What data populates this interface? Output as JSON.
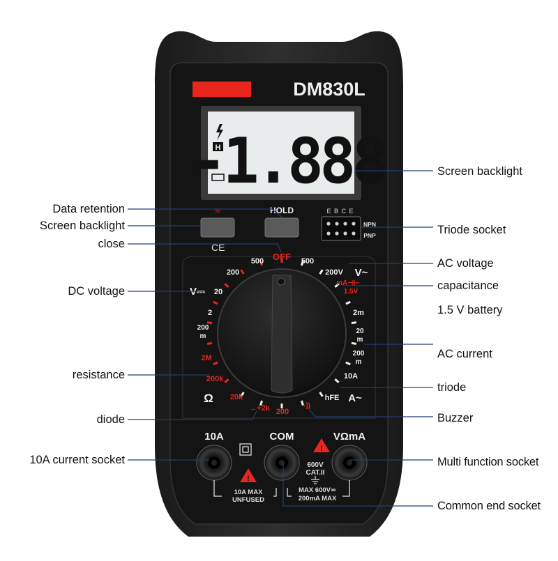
{
  "meter": {
    "model": "DM830L",
    "display_digits": "-1.888",
    "display_flag_h": "H",
    "hold_label": "HOLD",
    "socket_pins": "E B C E",
    "npn": "NPN",
    "pnp": "PNP",
    "ce_mark": "CE",
    "dial": {
      "off": "OFF",
      "v_dc_symbol": "V⎓",
      "v_ac_symbol": "V~",
      "a_ac_symbol": "A~",
      "ohm_symbol": "Ω",
      "ranges": {
        "v500_left": "500",
        "v500_right": "500",
        "v200_left": "200",
        "v200_right": "200V",
        "v20": "20",
        "v2": "2",
        "v200m_a": "200",
        "v200m_b": "m",
        "cap_label": "mA⊣⊢",
        "cap_15v": "1.5V",
        "a2m": "2m",
        "a20m_a": "20",
        "a20m_b": "m",
        "a200m_a": "200",
        "a200m_b": "m",
        "a10a": "10A",
        "hfe": "hFE",
        "r2m": "2M",
        "r200k": "200k",
        "r20k": "20k",
        "r2k": "→+2k",
        "r200": "200",
        "buzzer": "·))"
      }
    },
    "sockets": {
      "s10a": "10A",
      "com": "COM",
      "vohm": "VΩmA",
      "unfused_1": "10A MAX",
      "unfused_2": "UNFUSED",
      "cat_1": "600V",
      "cat_2": "CAT.II",
      "max_1": "MAX 600V≂",
      "max_2": "200mA MAX"
    }
  },
  "labels": {
    "data_retention": "Data retention",
    "screen_backlight_left": "Screen backlight",
    "close": "close",
    "dc_voltage": "DC voltage",
    "resistance": "resistance",
    "diode": "diode",
    "current_socket_10a": "10A current socket",
    "screen_backlight_right": "Screen backlight",
    "triode_socket": "Triode socket",
    "ac_voltage": "AC voltage",
    "capacitance": "capacitance",
    "battery": "1.5 V battery",
    "ac_current": "AC current",
    "triode": "triode",
    "buzzer": "Buzzer",
    "multi_function_socket": "Multi function socket",
    "common_end_socket": "Common end socket"
  },
  "colors": {
    "body": "#2a2a2a",
    "body_dark": "#1b1b1b",
    "faceplate": "#141414",
    "accent_red": "#e8261d",
    "lcd": "#e9ecec",
    "pointer_line": "#1f3d73"
  }
}
